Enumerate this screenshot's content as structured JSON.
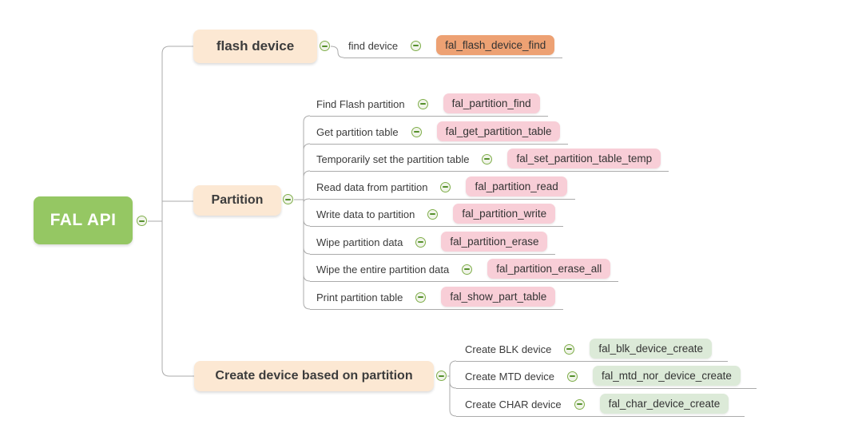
{
  "root": {
    "label": "FAL API"
  },
  "branches": [
    {
      "label": "flash device",
      "children": [
        {
          "label": "find device",
          "api": "fal_flash_device_find",
          "api_color": "orange"
        }
      ]
    },
    {
      "label": "Partition",
      "children": [
        {
          "label": "Find Flash partition",
          "api": "fal_partition_find",
          "api_color": "pink"
        },
        {
          "label": "Get partition table",
          "api": "fal_get_partition_table",
          "api_color": "pink"
        },
        {
          "label": "Temporarily set the partition table",
          "api": "fal_set_partition_table_temp",
          "api_color": "pink"
        },
        {
          "label": "Read data from partition",
          "api": "fal_partition_read",
          "api_color": "pink"
        },
        {
          "label": "Write data to partition",
          "api": "fal_partition_write",
          "api_color": "pink"
        },
        {
          "label": "Wipe partition data",
          "api": "fal_partition_erase",
          "api_color": "pink"
        },
        {
          "label": "Wipe the entire partition data",
          "api": "fal_partition_erase_all",
          "api_color": "pink"
        },
        {
          "label": "Print partition table",
          "api": "fal_show_part_table",
          "api_color": "pink"
        }
      ]
    },
    {
      "label": "Create device based on partition",
      "children": [
        {
          "label": "Create BLK device",
          "api": "fal_blk_device_create",
          "api_color": "green"
        },
        {
          "label": "Create MTD device",
          "api": "fal_mtd_nor_device_create",
          "api_color": "green"
        },
        {
          "label": "Create CHAR device",
          "api": "fal_char_device_create",
          "api_color": "green"
        }
      ]
    }
  ],
  "icons": {
    "collapse": "minus-circle"
  },
  "colors": {
    "root_bg": "#95C763",
    "branch_bg": "#FCE8D3",
    "api_orange": "#EDA173",
    "api_pink": "#F8CED7",
    "api_green": "#DCEAD8",
    "line": "#ababab",
    "icon_border": "#7fae4a",
    "icon_minus": "#55902c",
    "text_dark": "#3b3b3b",
    "root_text": "#ffffff"
  }
}
